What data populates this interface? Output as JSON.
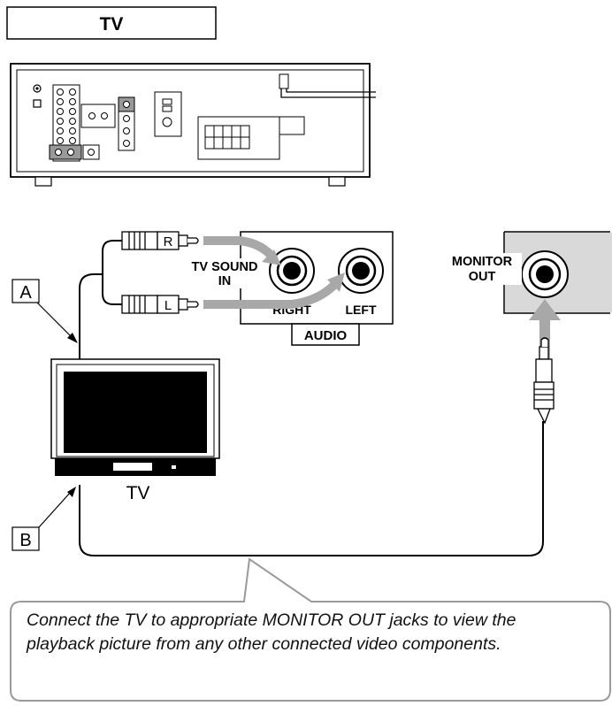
{
  "title": "TV",
  "labels": {
    "tv_sound_in_line1": "TV SOUND",
    "tv_sound_in_line2": "IN",
    "right": "RIGHT",
    "left": "LEFT",
    "audio": "AUDIO",
    "monitor_out_line1": "MONITOR",
    "monitor_out_line2": "OUT",
    "plug_r": "R",
    "plug_l": "L",
    "tv": "TV",
    "callout_a": "A",
    "callout_b": "B"
  },
  "note": "Connect the TV to appropriate MONITOR OUT jacks to view the playback picture from any other connected video components.",
  "colors": {
    "outline": "#000000",
    "panel_gray": "#d9d9d9",
    "arrow_gray": "#a8a8a8",
    "bubble_stroke": "#9a9a9a"
  }
}
